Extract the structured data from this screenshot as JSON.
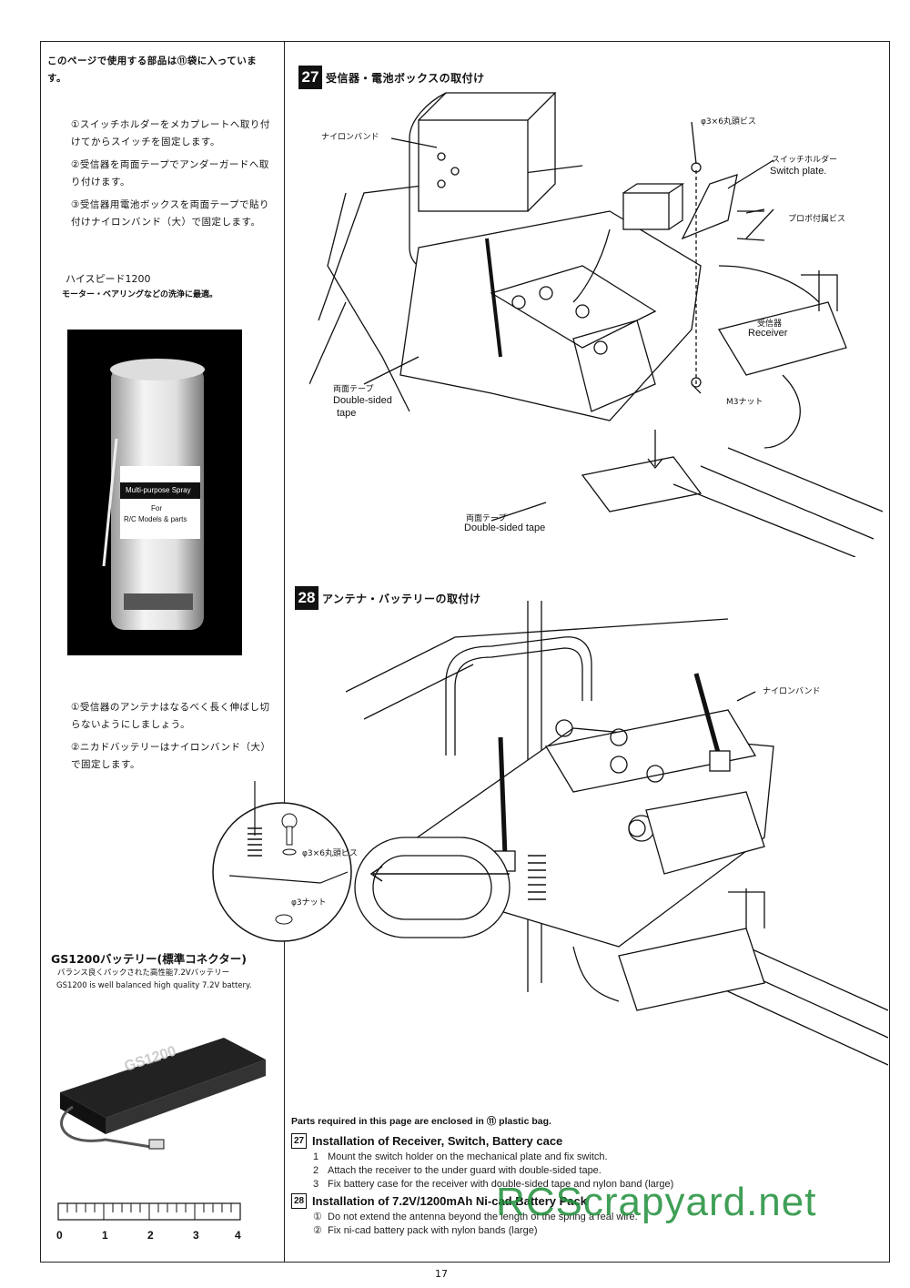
{
  "left": {
    "intro": "このページで使用する部品は⑪袋に入っています。",
    "steps1": [
      {
        "num": "①",
        "text": "スイッチホルダーをメカプレートへ取り付けてからスイッチを固定します。"
      },
      {
        "num": "②",
        "text": "受信器を両面テープでアンダーガードへ取り付けます。"
      },
      {
        "num": "③",
        "text": "受信器用電池ボックスを両面テープで貼り付けナイロンバンド（大）で固定します。"
      }
    ],
    "hs_title": "ハイスピード1200",
    "hs_note": "モーター・ベアリングなどの洗浄に最適。",
    "can_label1": "Multi-purpose Spray",
    "can_label2": "For",
    "can_label3": "R/C Models & parts",
    "steps2": [
      {
        "num": "①",
        "text": "受信器のアンテナはなるべく長く伸ばし切らないようにしましょう。"
      },
      {
        "num": "②",
        "text": "ニカドバッテリーはナイロンバンド（大）で固定します。"
      }
    ],
    "gs_title": "GS1200バッテリー(標準コネクター)",
    "gs_jp": "バランス良くパックされた高性能7.2Vバッテリー",
    "gs_en": "GS1200 is well balanced high quality 7.2V battery.",
    "battery_label": "GS1200",
    "ruler": [
      "0",
      "1",
      "2",
      "3",
      "4"
    ]
  },
  "sec27": {
    "num": "27",
    "title": "受信器・電池ボックスの取付け",
    "callouts": {
      "nylon_band": "ナイロンバンド",
      "screw": "φ3×6丸頭ビス",
      "switch_holder_jp": "スイッチホルダー",
      "switch_plate": "Switch plate.",
      "propo_screw": "プロポ付属ビス",
      "receiver_jp": "受信器",
      "receiver_en": "Receiver",
      "tape_jp": "両面テープ",
      "tape_en1": "Double-sided",
      "tape_en2": "tape",
      "m3_nut": "M3ナット",
      "tape2_jp": "両面テープ",
      "tape2_en": "Double-sided tape"
    }
  },
  "sec28": {
    "num": "28",
    "title": "アンテナ・バッテリーの取付け",
    "callouts": {
      "nylon_band": "ナイロンバンド",
      "screw": "φ3×6丸頭ビス",
      "nut": "φ3ナット"
    }
  },
  "bottom": {
    "head": "Parts required in this page are enclosed in ⑪ plastic bag.",
    "sec27_num": "27",
    "sec27_title": "Installation of Receiver, Switch, Battery cace",
    "sec27_items": [
      {
        "n": "1",
        "t": "Mount the switch holder on the mechanical plate and fix switch."
      },
      {
        "n": "2",
        "t": "Attach the receiver to the under guard with double-sided tape."
      },
      {
        "n": "3",
        "t": "Fix battery case for the receiver with double-sided tape and nylon band (large)"
      }
    ],
    "sec28_num": "28",
    "sec28_title": "Installation of 7.2V/1200mAh Ni-cad Battery Pack",
    "sec28_items": [
      {
        "n": "①",
        "t": "Do not extend the antenna beyond the length of the spring a real wire."
      },
      {
        "n": "②",
        "t": "Fix ni-cad battery pack with nylon bands (large)"
      }
    ]
  },
  "page_number": "17",
  "watermark": "RCScrapyard.net"
}
